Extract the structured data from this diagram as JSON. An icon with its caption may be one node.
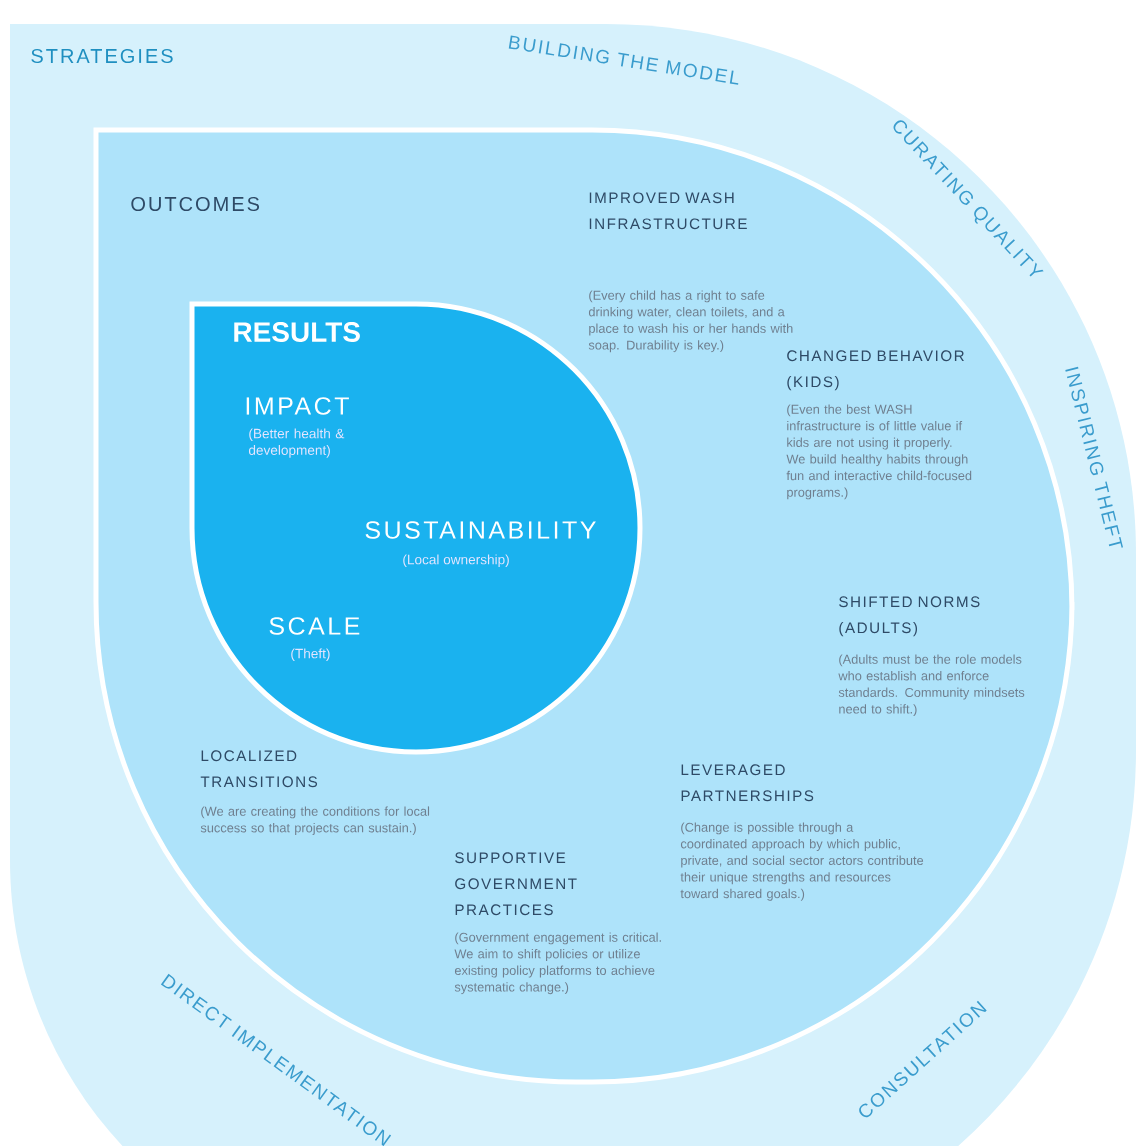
{
  "diagram": {
    "nodes": [
      {
        "text": [
          "STRATEGIES",
          "BUILDING THE MODEL",
          "CURATING QUALITY",
          "INSPIRING THEFT",
          "DIRECT IMPLEMENTATION",
          "CONSULTATION"
        ]
      },
      {
        "text": [
          "OUTCOMES",
          "IMPROVED WASH INFRASTRUCTURE",
          "(Every child has a right to safe drinking water, clean toilets, and a place to wash his or her hands with soap. Durability is key.)",
          "CHANGED BEHAVIOR (KIDS)",
          "(Even the best WASH infrastructure is of little value if kids are not using it properly. We build healthy habits through fun and interactive child-focused programs.)",
          "SHIFTED NORMS (ADULTS)",
          "(Adults must be the role models who establish and enforce standards. Community mindsets need to shift.)",
          "LEVERAGED PARTNERSHIPS",
          "(Change is possible through a coordinated approach by which public, private, and social sector actors contribute their unique strengths and resources toward shared goals.)",
          "LOCALIZED TRANSITIONS",
          "(We are creating the conditions for local success so that projects can sustain.)",
          "SUPPORTIVE GOVERNMENT PRACTICES",
          "(Government engagement is critical. We aim to shift policies or utilize existing policy platforms to achieve systematic change.)"
        ],
        "in": 0
      },
      {
        "text": [
          "RESULTS",
          "IMPACT",
          "(Better health & development)",
          "SUSTAINABILITY",
          "(Local ownership)",
          "SCALE",
          "(Theft)"
        ],
        "in": 1
      }
    ]
  }
}
